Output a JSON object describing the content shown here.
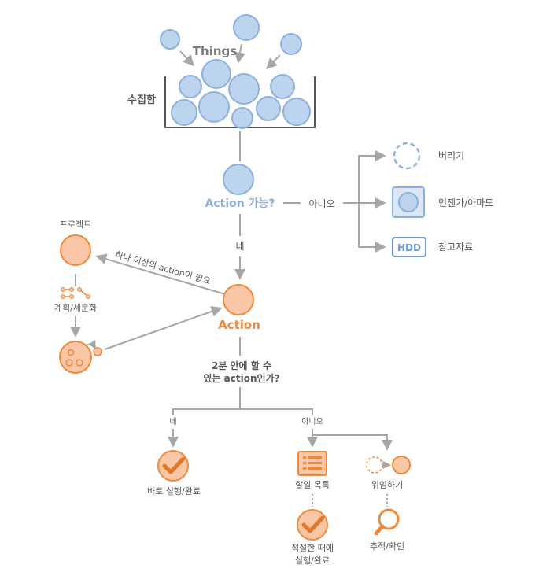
{
  "labels": {
    "things": "Things",
    "inbox": "수집함",
    "actionable": "Action 가능?",
    "no_top": "아니오",
    "trash": "버리기",
    "someday": "언젠가/아마도",
    "hdd_badge": "HDD",
    "reference": "참고자료",
    "yes_mid": "네",
    "project": "프로젝트",
    "multi_action": "하나 이상의 action이 필요",
    "plan": "계획/세분화",
    "action": "Action",
    "two_min_line1": "2분 안에 할 수",
    "two_min_line2": "있는 action인가?",
    "yes_bottom": "네",
    "no_bottom": "아니오",
    "do_now": "바로 실행/완료",
    "todo_list": "할일 목록",
    "delegate": "위임하기",
    "do_later_line1": "적절한 때에",
    "do_later_line2": "실행/완료",
    "track": "추적/확인"
  },
  "colors": {
    "blue_fill": "#bcd4ee",
    "blue_stroke": "#8fb0dc",
    "orange_fill": "#f9c7a5",
    "orange_stroke": "#ee8a3c",
    "arrow_gray": "#a6a6a6",
    "text_gray": "#555555"
  },
  "icons": [
    "trash-dashed-circle-icon",
    "someday-box-icon",
    "hdd-icon",
    "checkmark-icon",
    "list-icon",
    "magnifier-icon",
    "split-dots-icon",
    "delegate-icon"
  ]
}
